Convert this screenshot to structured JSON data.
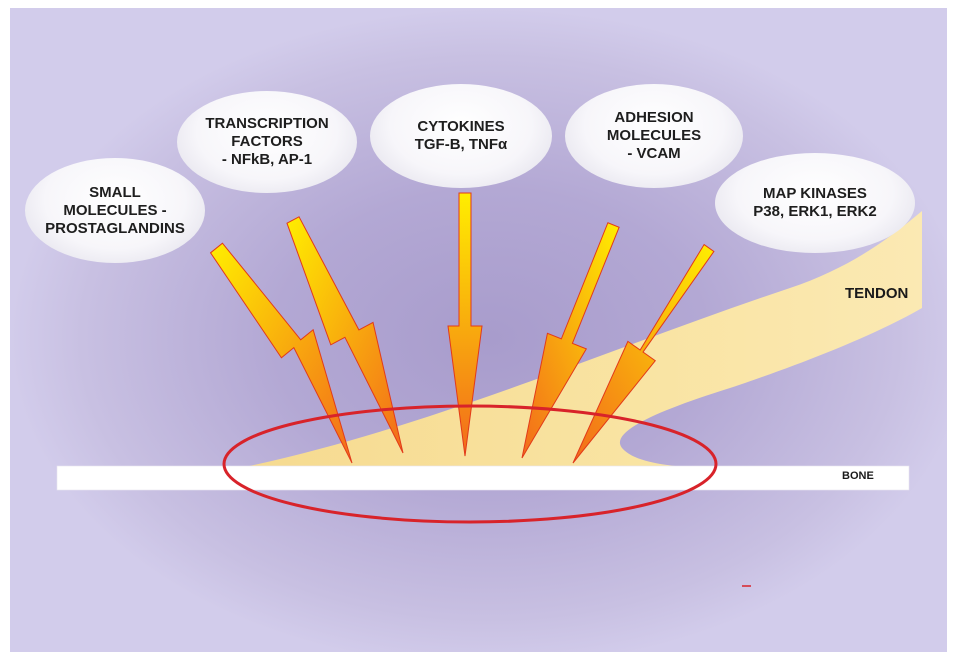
{
  "bubbles": [
    {
      "id": "small-molecules",
      "lines": [
        "SMALL",
        "MOLECULES -",
        "PROSTAGLANDINS"
      ]
    },
    {
      "id": "transcription-factors",
      "lines": [
        "TRANSCRIPTION",
        "FACTORS",
        "- NFkB, AP-1"
      ]
    },
    {
      "id": "cytokines",
      "lines": [
        "CYTOKINES",
        "TGF-B, TNFα"
      ]
    },
    {
      "id": "adhesion-molecules",
      "lines": [
        "ADHESION",
        "MOLECULES",
        "- VCAM"
      ]
    },
    {
      "id": "map-kinases",
      "lines": [
        "MAP KINASES",
        "P38, ERK1, ERK2"
      ]
    }
  ],
  "labels": {
    "tendon": "TENDON",
    "bone": "BONE"
  },
  "colors": {
    "background": "#b3a8d4",
    "arrow_fill_top": "#ffee00",
    "arrow_fill_bottom": "#f26a1b",
    "arrow_stroke": "#e23a1a",
    "tendon": "#f9e4a3",
    "bone": "#ffffff",
    "ellipse": "#d8232a"
  }
}
